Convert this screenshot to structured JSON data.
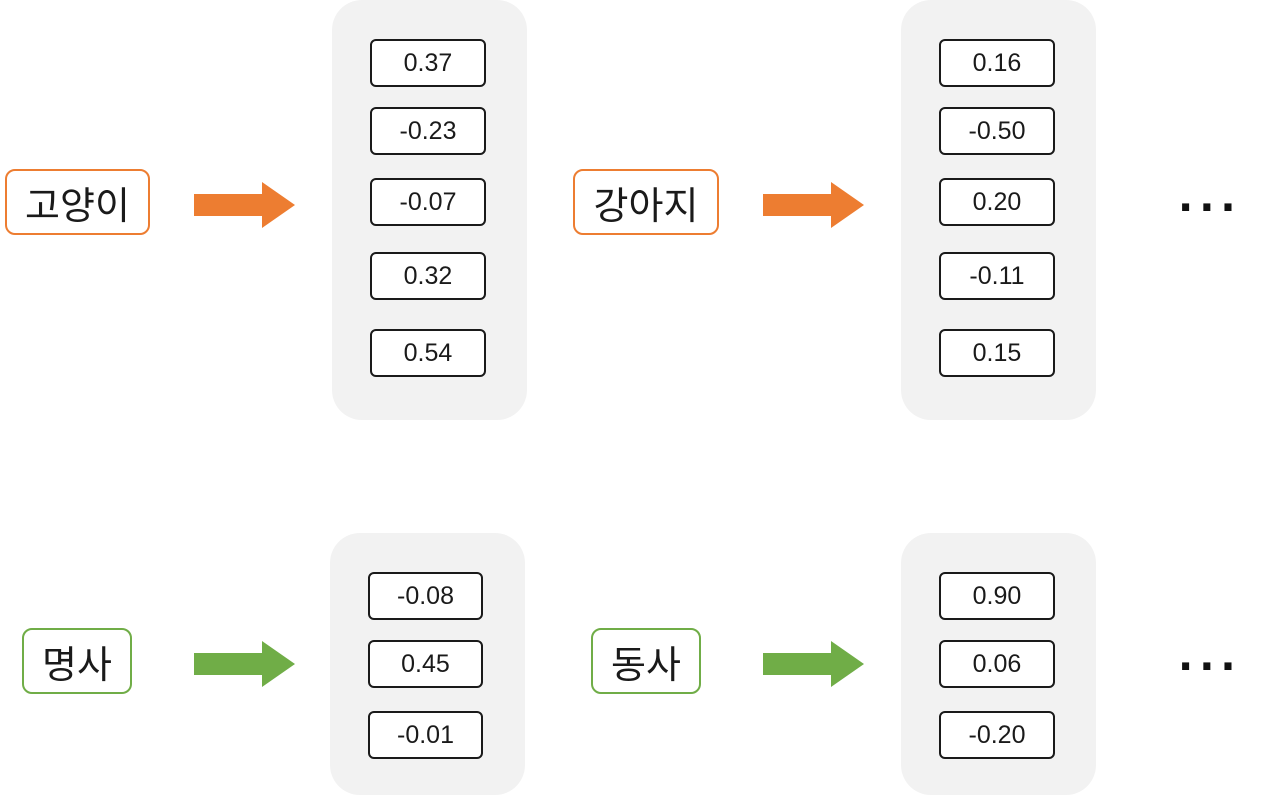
{
  "colors": {
    "row1_accent": "#ED7D31",
    "row2_accent": "#70AD47",
    "panel_bg": "#F2F2F2"
  },
  "row1": {
    "word1": "고양이",
    "vector1": [
      "0.37",
      "-0.23",
      "-0.07",
      "0.32",
      "0.54"
    ],
    "word2": "강아지",
    "vector2": [
      "0.16",
      "-0.50",
      "0.20",
      "-0.11",
      "0.15"
    ],
    "ellipsis": "..."
  },
  "row2": {
    "word1": "명사",
    "vector1": [
      "-0.08",
      "0.45",
      "-0.01"
    ],
    "word2": "동사",
    "vector2": [
      "0.90",
      "0.06",
      "-0.20"
    ],
    "ellipsis": "..."
  }
}
